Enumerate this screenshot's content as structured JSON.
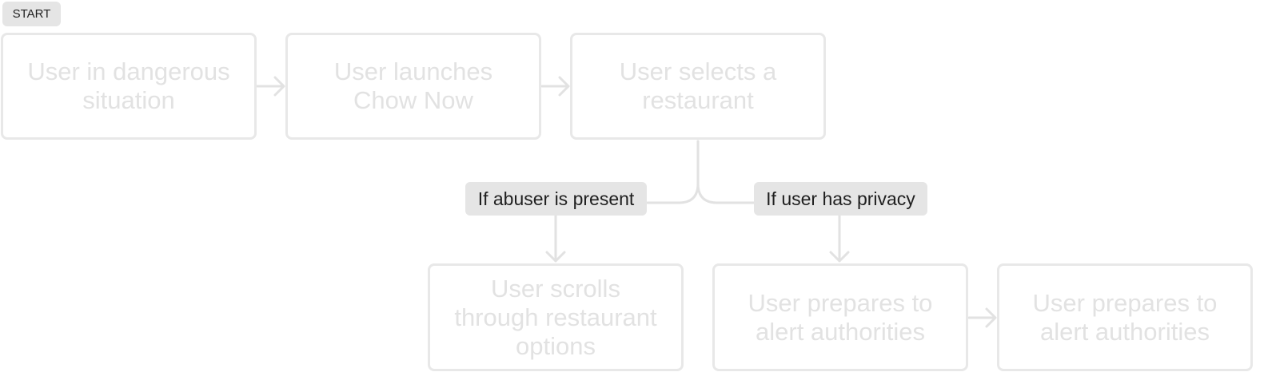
{
  "start_label": "START",
  "nodes": [
    {
      "id": "n1",
      "label": "User in dangerous situation"
    },
    {
      "id": "n2",
      "label": "User launches Chow Now"
    },
    {
      "id": "n3",
      "label": "User selects a restaurant"
    },
    {
      "id": "n4",
      "label": "User scrolls through restaurant options"
    },
    {
      "id": "n5",
      "label": "User prepares to alert authorities"
    },
    {
      "id": "n6",
      "label": "User prepares to alert authorities"
    }
  ],
  "branches": [
    {
      "label": "If abuser is present"
    },
    {
      "label": "If user has privacy"
    }
  ],
  "colors": {
    "node_border": "#e8e8e8",
    "node_text": "#e2e2e2",
    "badge_bg": "#e5e5e5",
    "badge_text": "#1f1f1f",
    "connector": "#e2e2e2"
  }
}
